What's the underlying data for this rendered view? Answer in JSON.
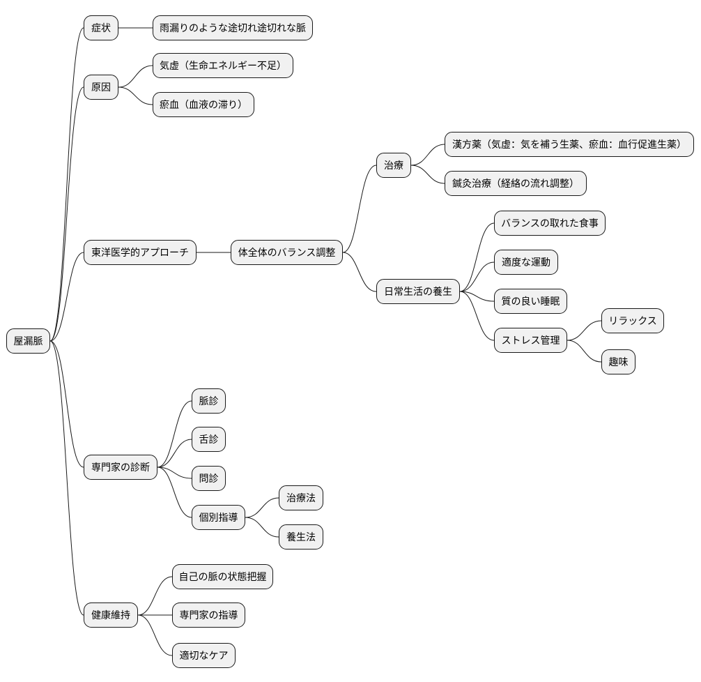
{
  "diagram": {
    "root": "屋漏脈",
    "branches": {
      "symptom": {
        "label": "症状",
        "children": [
          "雨漏りのような途切れ途切れな脈"
        ]
      },
      "cause": {
        "label": "原因",
        "children": [
          "気虚（生命エネルギー不足）",
          "瘀血（血液の滞り）"
        ]
      },
      "eastern": {
        "label": "東洋医学的アプローチ",
        "balance": "体全体のバランス調整",
        "treatment": {
          "label": "治療",
          "children": [
            "漢方薬（気虚：気を補う生薬、瘀血：血行促進生薬）",
            "鍼灸治療（経絡の流れ調整）"
          ]
        },
        "daily": {
          "label": "日常生活の養生",
          "children": [
            "バランスの取れた食事",
            "適度な運動",
            "質の良い睡眠"
          ],
          "stress": {
            "label": "ストレス管理",
            "children": [
              "リラックス",
              "趣味"
            ]
          }
        }
      },
      "expert": {
        "label": "専門家の診断",
        "children": [
          "脈診",
          "舌診",
          "問診"
        ],
        "guidance": {
          "label": "個別指導",
          "children": [
            "治療法",
            "養生法"
          ]
        }
      },
      "health": {
        "label": "健康維持",
        "children": [
          "自己の脈の状態把握",
          "専門家の指導",
          "適切なケア"
        ]
      }
    }
  }
}
